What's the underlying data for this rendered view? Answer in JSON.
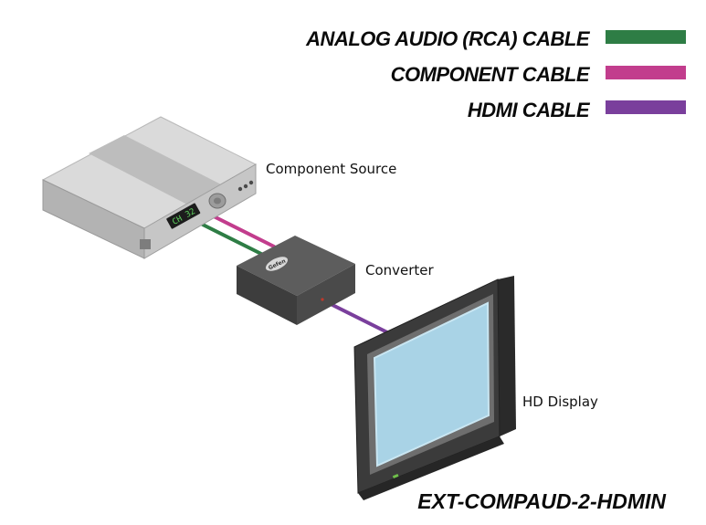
{
  "legend": {
    "items": [
      {
        "label": "ANALOG AUDIO (RCA) CABLE",
        "color": "#2e7d45"
      },
      {
        "label": "COMPONENT CABLE",
        "color": "#c23d8d"
      },
      {
        "label": "HDMI CABLE",
        "color": "#7a3f9c"
      }
    ]
  },
  "devices": {
    "source_label": "Component Source",
    "source_display": "CH 32",
    "converter_label": "Converter",
    "converter_logo": "Gefen",
    "display_label": "HD Display"
  },
  "model": "EXT-COMPAUD-2-HDMIN",
  "colors": {
    "analog_audio": "#2e7d45",
    "component": "#c23d8d",
    "hdmi": "#7a3f9c",
    "screen": "#a9d3e6",
    "device_body": "#cfcfcf",
    "converter_body": "#5a5a5a",
    "display_bezel": "#3b3b3b"
  }
}
